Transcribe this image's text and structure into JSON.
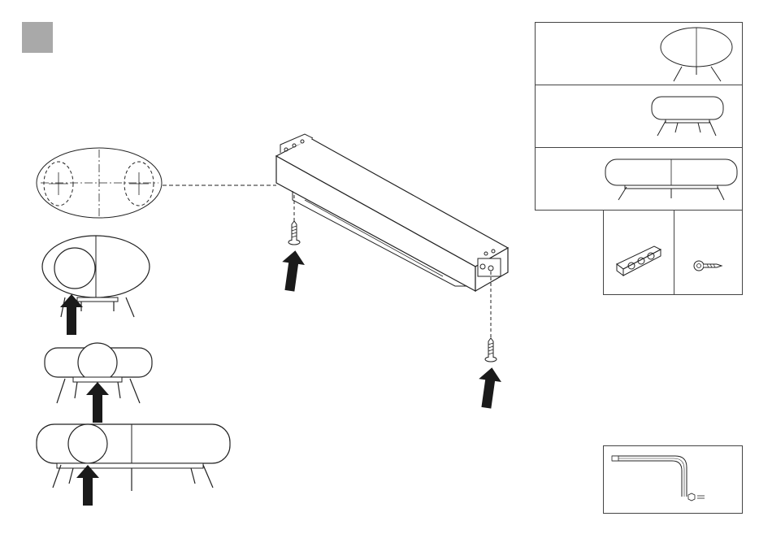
{
  "step": {
    "marker_color": "#a9a9a9"
  },
  "colors": {
    "line": "#222222",
    "arrow": "#1a1a1a",
    "frame": "#444444"
  },
  "panels": [
    {
      "name": "oval-table",
      "icon": "oval-table-icon"
    },
    {
      "name": "small-bench",
      "icon": "small-bench-icon"
    },
    {
      "name": "long-bench",
      "icon": "long-bench-icon"
    }
  ],
  "parts": [
    {
      "name": "mounting-bracket",
      "icon": "bracket-icon"
    },
    {
      "name": "screw",
      "icon": "screw-icon"
    },
    {
      "name": "allen-key",
      "icon": "allen-key-icon"
    }
  ]
}
